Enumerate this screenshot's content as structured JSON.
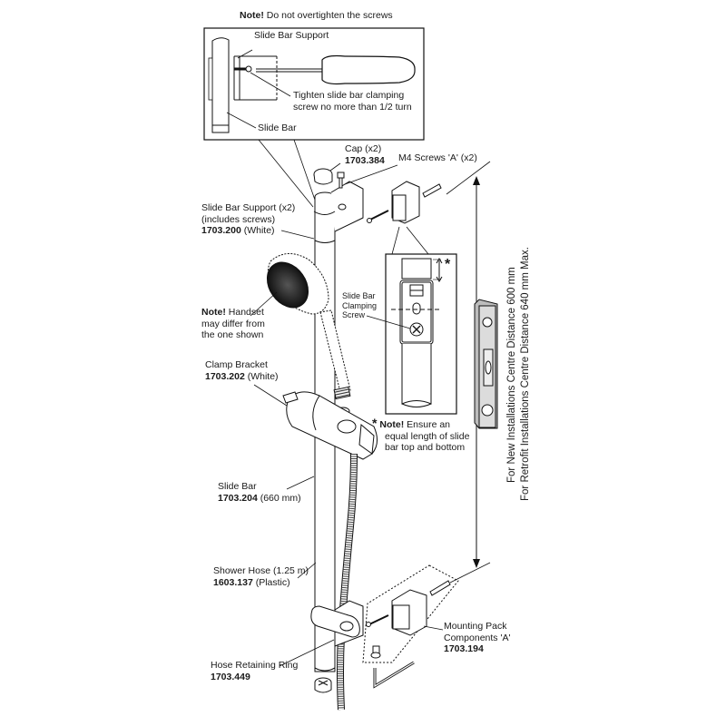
{
  "diagram": {
    "title_note": {
      "prefix": "Note!",
      "text": "Do not overtighten the screws"
    },
    "inset_top": {
      "slide_bar_support": "Slide Bar Support",
      "tighten_line1": "Tighten slide bar clamping",
      "tighten_line2": "screw no more than 1/2 turn",
      "slide_bar": "Slide Bar"
    },
    "parts": {
      "cap": {
        "name": "Cap (x2)",
        "code": "1703.384"
      },
      "m4_screws": {
        "name": "M4 Screws 'A' (x2)"
      },
      "slide_bar_support": {
        "line1": "Slide Bar Support (x2)",
        "line2": "(includes screws)",
        "code": "1703.200",
        "suffix": "(White)"
      },
      "handset_note": {
        "prefix": "Note!",
        "line1": "Handset",
        "line2": "may differ from",
        "line3": "the one shown"
      },
      "clamp_bracket": {
        "name": "Clamp Bracket",
        "code": "1703.202",
        "suffix": "(White)"
      },
      "slide_bar": {
        "name": "Slide Bar",
        "code": "1703.204",
        "suffix": "(660 mm)"
      },
      "shower_hose": {
        "name": "Shower Hose (1.25 m)",
        "code": "1603.137",
        "suffix": "(Plastic)"
      },
      "hose_ring": {
        "name": "Hose Retaining Ring",
        "code": "1703.449"
      },
      "mounting_pack": {
        "line1": "Mounting Pack",
        "line2": "Components 'A'",
        "code": "1703.194"
      }
    },
    "inset_mid": {
      "clamp_line1": "Slide Bar",
      "clamp_line2": "Clamping",
      "clamp_line3": "Screw",
      "asterisk": "*"
    },
    "equal_note": {
      "asterisk": "*",
      "prefix": "Note!",
      "line1": "Ensure an",
      "line2": "equal length of slide",
      "line3": "bar top and bottom"
    },
    "distance": {
      "new": "For New Installations Centre Distance 600 mm",
      "retrofit": "For Retrofit Installations Centre Distance 640 mm Max."
    }
  }
}
